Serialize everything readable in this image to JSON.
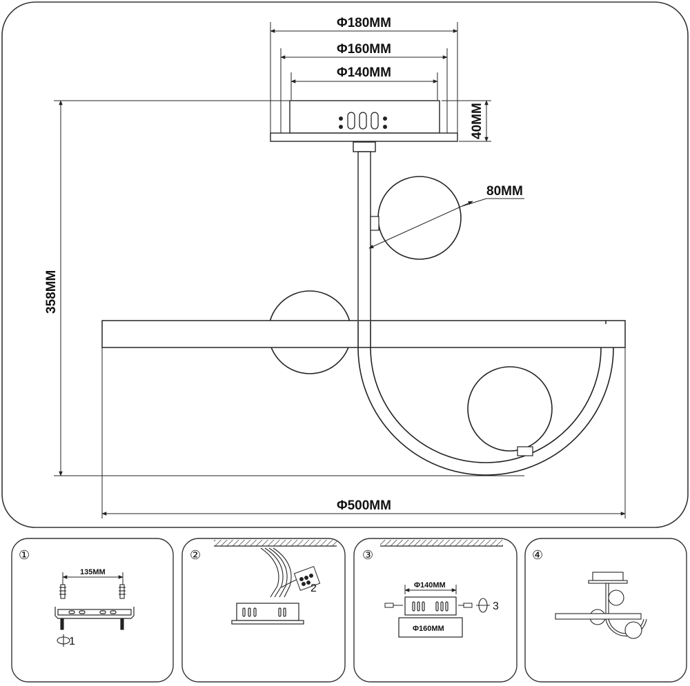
{
  "main_drawing": {
    "dim_top_outer": "Φ180MM",
    "dim_top_mid": "Φ160MM",
    "dim_top_inner": "Φ140MM",
    "dim_canopy_height": "40MM",
    "dim_globe": "80MM",
    "dim_height": "358MM",
    "dim_width": "Φ500MM"
  },
  "steps": [
    {
      "number": "①",
      "dim": "135MM",
      "label": "1"
    },
    {
      "number": "②",
      "label": "2"
    },
    {
      "number": "③",
      "dim_top": "Φ140MM",
      "dim_bottom": "Φ160MM",
      "label": "3"
    },
    {
      "number": "④"
    }
  ]
}
